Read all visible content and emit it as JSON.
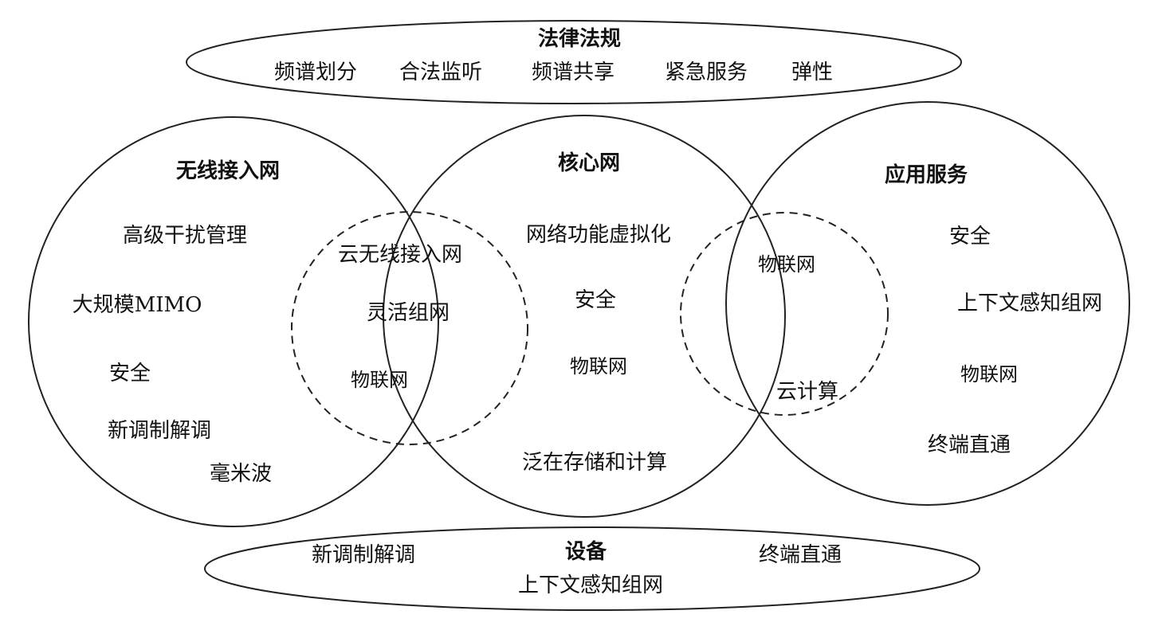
{
  "top_ellipse": {
    "title": "法律法规",
    "items": [
      "频谱划分",
      "合法监听",
      "频谱共享",
      "紧急服务",
      "弹性"
    ]
  },
  "left_circle": {
    "title": "无线接入网",
    "items": [
      "高级干扰管理",
      "大规模MIMO",
      "安全",
      "新调制解调",
      "毫米波"
    ]
  },
  "center_circle": {
    "title": "核心网",
    "items": [
      "网络功能虚拟化",
      "安全",
      "物联网",
      "泛在存储和计算"
    ]
  },
  "right_circle": {
    "title": "应用服务",
    "items": [
      "安全",
      "上下文感知组网",
      "物联网",
      "终端直通"
    ]
  },
  "left_dashed": {
    "items": [
      "云无线接入网",
      "灵活组网",
      "物联网"
    ]
  },
  "right_dashed": {
    "items": [
      "物联网",
      "云计算"
    ]
  },
  "bottom_ellipse": {
    "title": "设备",
    "items": [
      "新调制解调",
      "终端直通",
      "上下文感知组网"
    ]
  }
}
